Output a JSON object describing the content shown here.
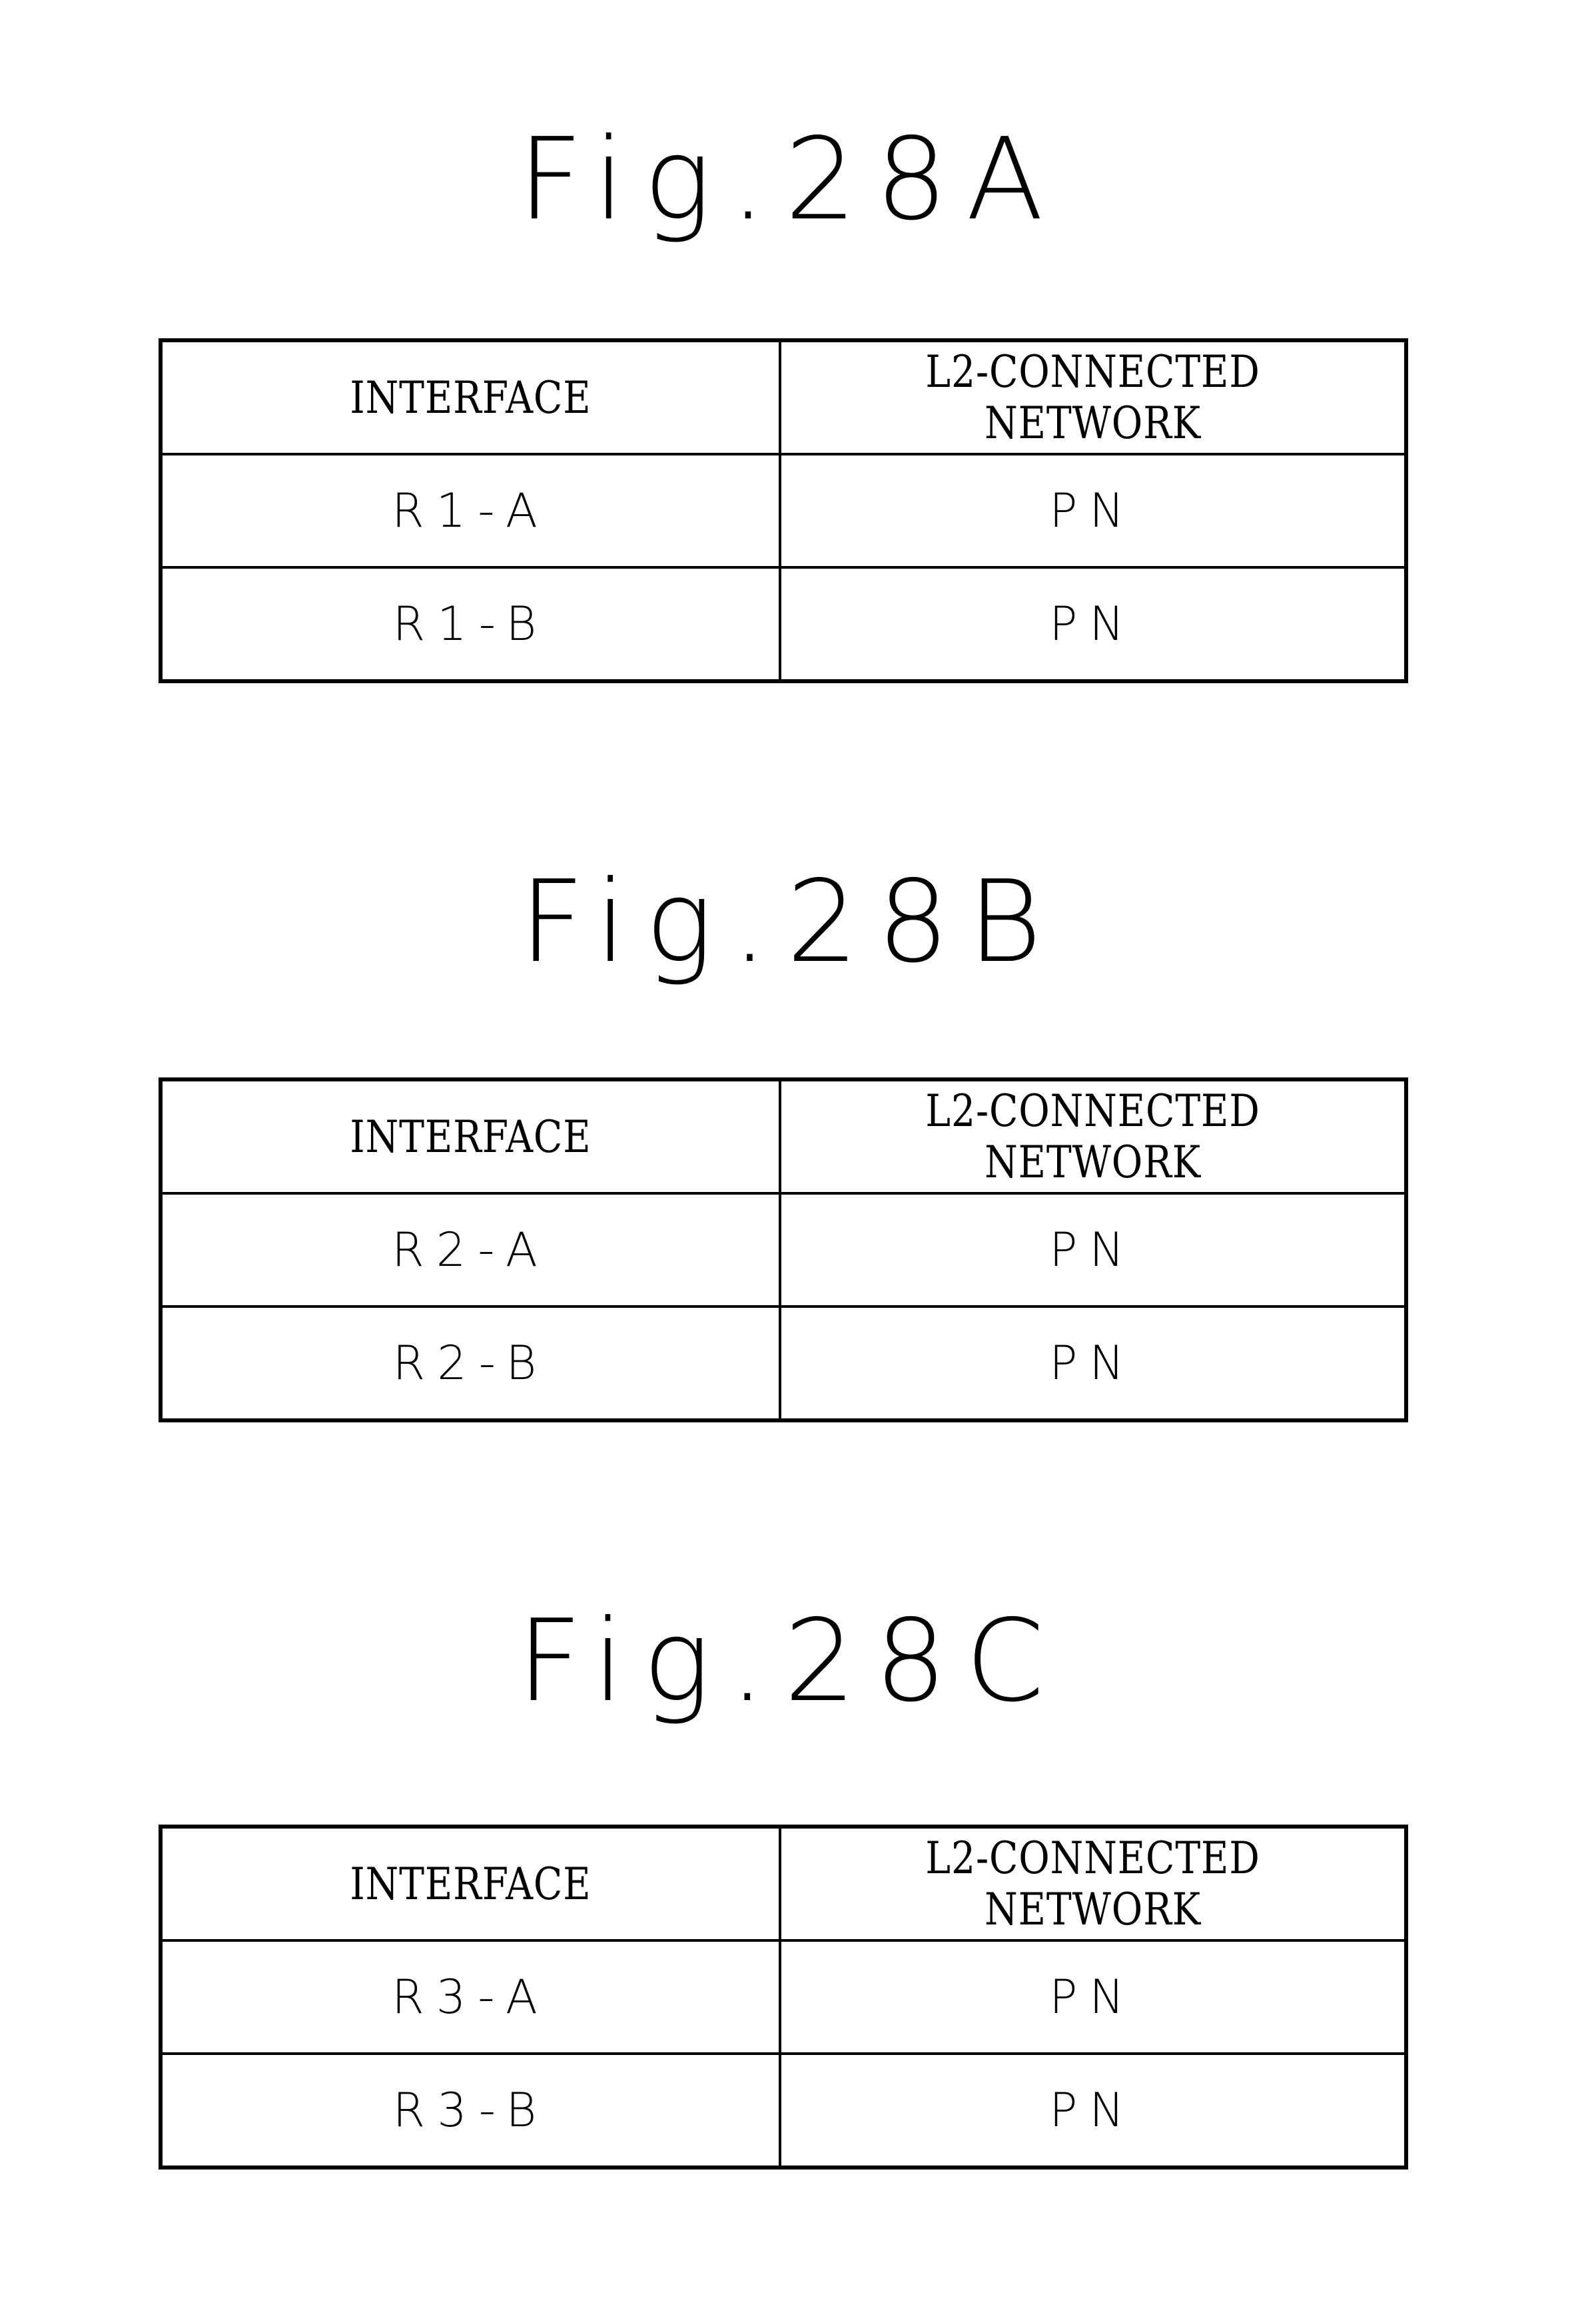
{
  "figures": [
    {
      "title": "Fig.28A",
      "header": {
        "col1": "INTERFACE",
        "col2": "L2-CONNECTED NETWORK"
      },
      "rows": [
        {
          "interface": "R1-A",
          "network": "PN"
        },
        {
          "interface": "R1-B",
          "network": "PN"
        }
      ]
    },
    {
      "title": "Fig.28B",
      "header": {
        "col1": "INTERFACE",
        "col2": "L2-CONNECTED NETWORK"
      },
      "rows": [
        {
          "interface": "R2-A",
          "network": "PN"
        },
        {
          "interface": "R2-B",
          "network": "PN"
        }
      ]
    },
    {
      "title": "Fig.28C",
      "header": {
        "col1": "INTERFACE",
        "col2": "L2-CONNECTED NETWORK"
      },
      "rows": [
        {
          "interface": "R3-A",
          "network": "PN"
        },
        {
          "interface": "R3-B",
          "network": "PN"
        }
      ]
    }
  ]
}
